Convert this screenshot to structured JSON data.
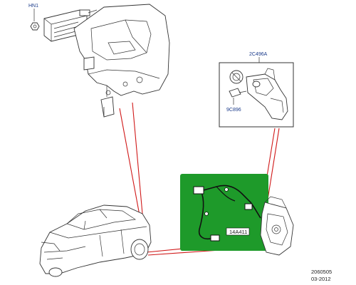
{
  "labels": {
    "module_part": "HN1",
    "motor_part": "2C496A",
    "sub_part": "9C896",
    "harness_part": "14A411"
  },
  "footer": {
    "drawing_id": "2060505",
    "date": "03-2012"
  },
  "colors": {
    "leader": "#d01818",
    "highlight": "#1e9a2a",
    "label_text": "#1a3a8a"
  }
}
